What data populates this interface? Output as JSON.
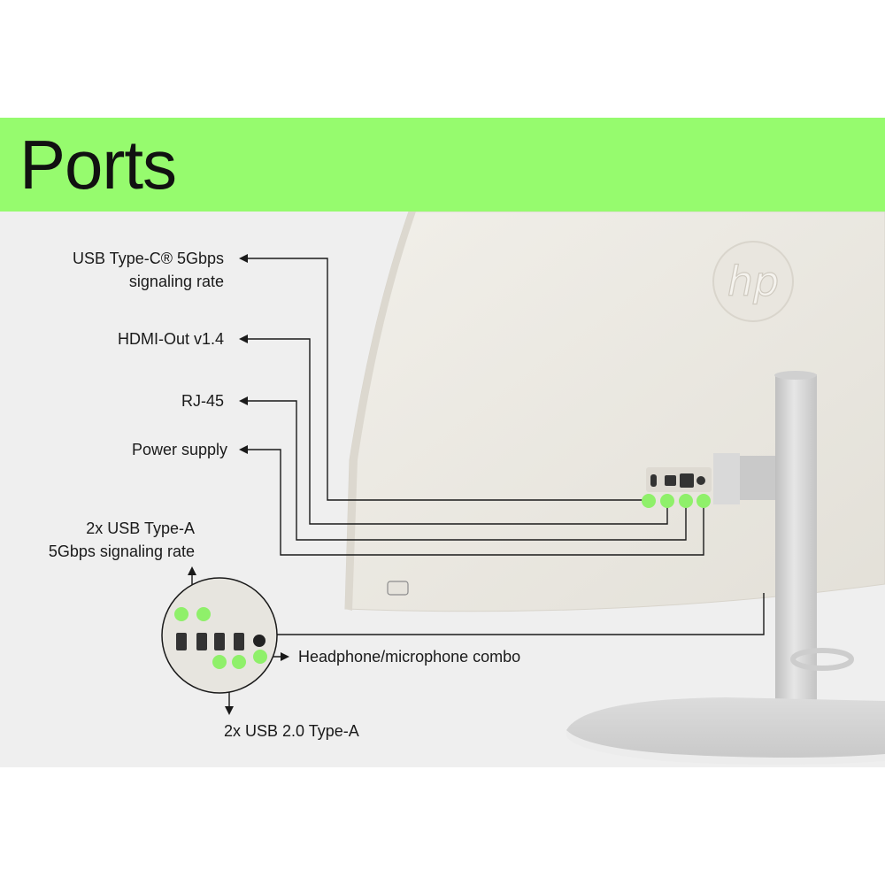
{
  "header": {
    "title": "Ports"
  },
  "labels": {
    "usb_c_line1": "USB Type-C® 5Gbps",
    "usb_c_line2": "signaling rate",
    "hdmi": "HDMI-Out v1.4",
    "rj45": "RJ-45",
    "power": "Power supply",
    "usb_a_line1": "2x USB Type-A",
    "usb_a_line2": "5Gbps signaling rate",
    "headphone": "Headphone/microphone combo",
    "usb2": "2x USB 2.0 Type-A"
  },
  "logo": {
    "text": "hp"
  },
  "colors": {
    "banner": "#96fb6e",
    "highlight_dot": "#8ff06a",
    "background": "#efefef",
    "monitor_body": "#ece9e2",
    "stand": "#d6d6d6"
  }
}
